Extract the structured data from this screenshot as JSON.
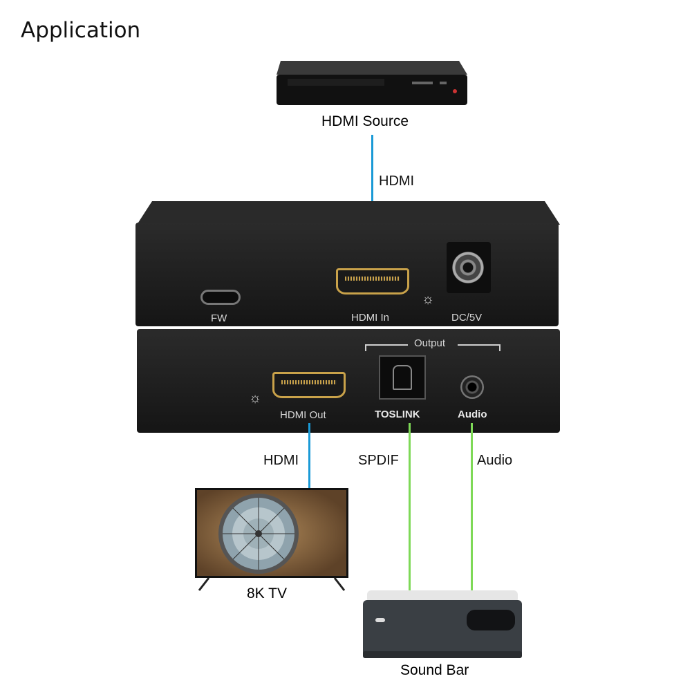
{
  "title": "Application",
  "devices": {
    "source": "HDMI Source",
    "tv": "8K TV",
    "soundbar": "Sound Bar"
  },
  "connections": {
    "hdmi_in": "HDMI",
    "hdmi_out": "HDMI",
    "spdif": "SPDIF",
    "audio": "Audio"
  },
  "upper_unit": {
    "fw": "FW",
    "hdmi_in": "HDMI In",
    "dc": "DC/5V"
  },
  "lower_unit": {
    "output": "Output",
    "hdmi_out": "HDMI Out",
    "toslink": "TOSLINK",
    "audio": "Audio"
  },
  "colors": {
    "hdmi_line": "#1a9ad6",
    "audio_line": "#7ed957"
  }
}
